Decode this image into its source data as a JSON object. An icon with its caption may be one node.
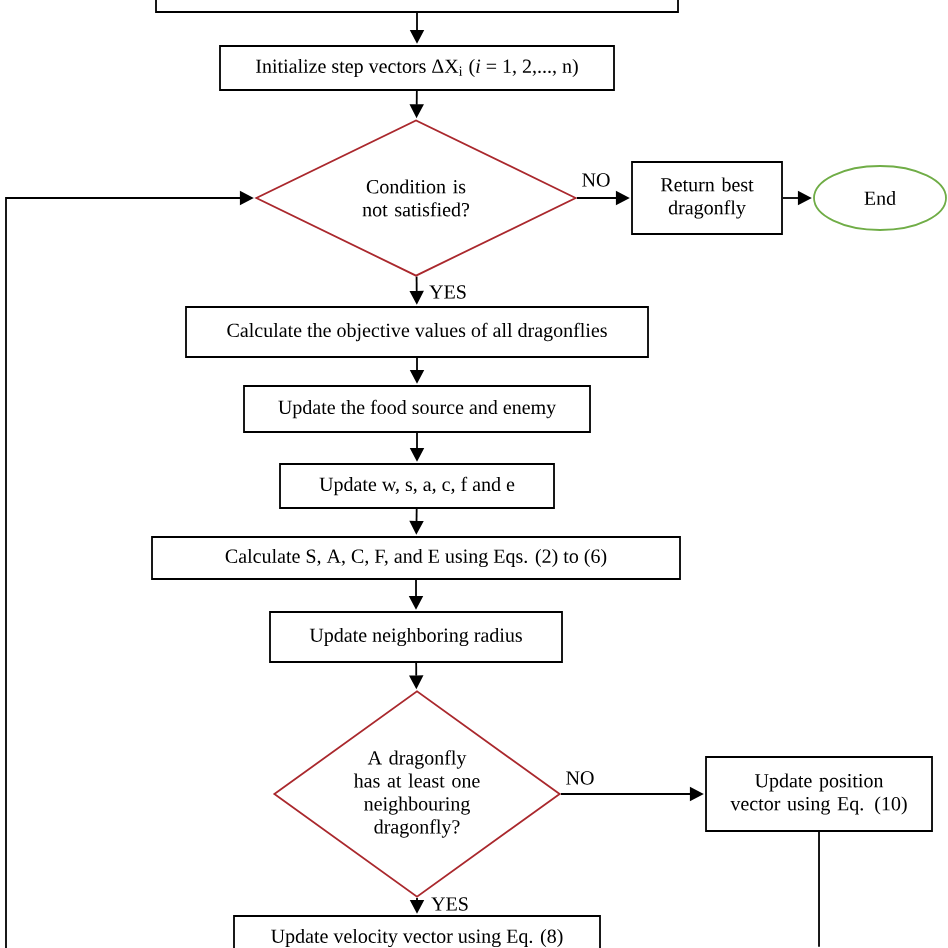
{
  "diagram": {
    "nodes": [
      {
        "text": [],
        "shape": "box"
      },
      {
        "text": [
          "Initialize step vectors ΔX$_{i}$ (*i* = 1, 2,..., n)"
        ]
      },
      {
        "text": [
          "Condition is not satisfied?"
        ]
      },
      {
        "text": [
          "Return best dragonfly"
        ]
      },
      {
        "text": [
          "End"
        ]
      },
      {
        "text": [
          "Calculate the objective values of all dragonflies"
        ]
      },
      {
        "text": [
          "Update the food source and enemy"
        ]
      },
      {
        "text": [
          "Update w, s, a, c, f and e"
        ]
      },
      {
        "text": [
          "Calculate S, A, C, F, and E using Eqs. (2) to (6)"
        ]
      },
      {
        "text": [
          "Update neighboring radius"
        ]
      },
      {
        "text": [
          "A dragonfly has at least one neighbouring dragonfly?"
        ]
      },
      {
        "text": [
          "Update position vector using Eq. (10)"
        ]
      },
      {
        "text": [
          "Update velocity vector using Eq. (8)"
        ]
      }
    ],
    "edges": [
      {
        "from": 0,
        "to": 1,
        "arrow": "to"
      },
      {
        "from": 1,
        "to": 2,
        "arrow": "to"
      },
      {
        "from": 2,
        "to": 3,
        "arrow": "to",
        "label": "NO"
      },
      {
        "from": 3,
        "to": 4,
        "arrow": "to"
      },
      {
        "from": 2,
        "to": 5,
        "arrow": "to",
        "label": "YES"
      },
      {
        "from": 5,
        "to": 6,
        "arrow": "to"
      },
      {
        "from": 6,
        "to": 7,
        "arrow": "to"
      },
      {
        "from": 7,
        "to": 8,
        "arrow": "to"
      },
      {
        "from": 8,
        "to": 9,
        "arrow": "to"
      },
      {
        "from": 9,
        "to": 10,
        "arrow": "to"
      },
      {
        "from": 10,
        "to": 11,
        "arrow": "to",
        "label": "NO"
      },
      {
        "from": 10,
        "to": 12,
        "arrow": "to",
        "label": "YES"
      },
      {
        "from": null,
        "to": 2,
        "arrow": "to"
      },
      {
        "from": 11,
        "to": null,
        "arrow": "none"
      }
    ]
  }
}
